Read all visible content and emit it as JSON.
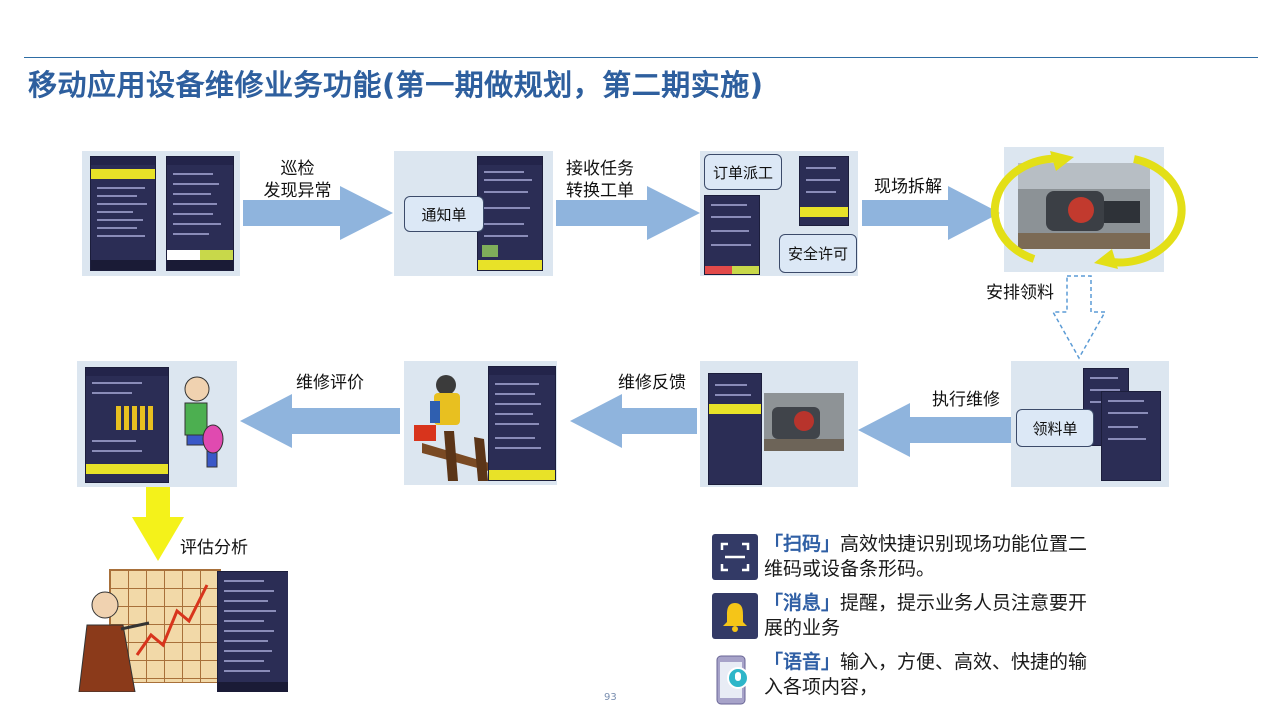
{
  "title": "移动应用设备维修业务功能(第一期做规划，第二期实施)",
  "page_number": "93",
  "steps": {
    "inspect_label_1": "巡检",
    "inspect_label_2": "发现异常",
    "notice_box": "通知单",
    "receive_label_1": "接收任务",
    "receive_label_2": "转换工单",
    "dispatch_box": "订单派工",
    "permit_box": "安全许可",
    "disassemble_label": "现场拆解",
    "arrange_label": "安排领料",
    "execute_label": "执行维修",
    "material_box": "领料单",
    "feedback_label": "维修反馈",
    "evaluate_label": "维修评价",
    "analysis_label": "评估分析"
  },
  "features": [
    {
      "icon": "scan-icon",
      "tag": "「扫码」",
      "text": "高效快捷识别现场功能位置二维码或设备条形码。"
    },
    {
      "icon": "bell-icon",
      "tag": "「消息」",
      "text": "提醒，提示业务人员注意要开展的业务"
    },
    {
      "icon": "voice-phone-icon",
      "tag": "「语音」",
      "text": "输入，方便、高效、快捷的输入各项内容，"
    }
  ],
  "colors": {
    "title": "#2e5f9e",
    "arrow": "#8fb4dd",
    "panel": "#dce6f0",
    "highlight": "#e8e228",
    "accent_text": "#2f5fa5"
  }
}
